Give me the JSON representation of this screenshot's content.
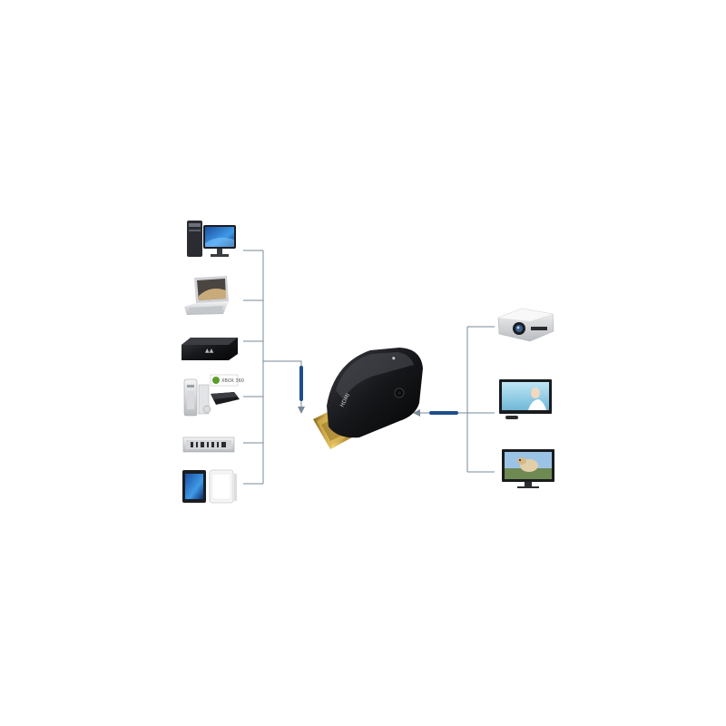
{
  "diagram": {
    "type": "connection-diagram",
    "center_device": "hdmi-to-vga-adapter",
    "source_devices": [
      "desktop-computer-icon",
      "laptop-icon",
      "apple-tv-icon",
      "game-consoles-icon",
      "dvd-player-icon",
      "tablets-icon"
    ],
    "output_devices": [
      "projector-icon",
      "monitor-icon",
      "tv-icon"
    ],
    "adapter_label": "HDMI",
    "console_badge_label": "XBOX 360",
    "colors": {
      "line": "#7a8a99",
      "cable": "#1f4e8c",
      "adapter_body": "#1a1a1c",
      "connector_gold": "#c8a040",
      "screen_blue": "#2f7fd6"
    }
  }
}
